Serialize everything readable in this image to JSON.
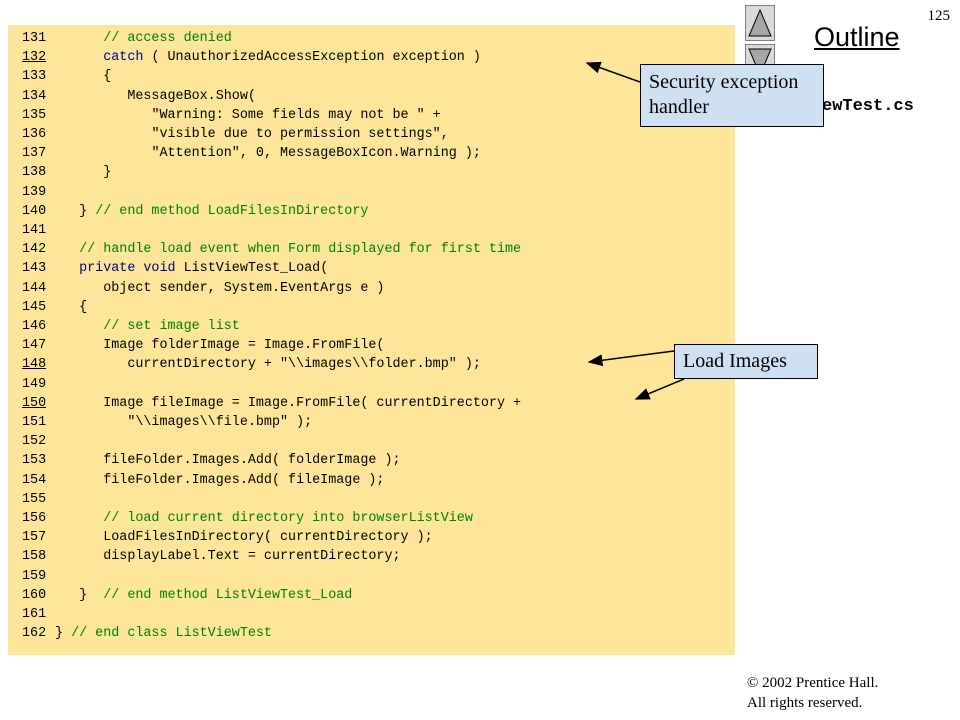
{
  "page_number": "125",
  "outline_title": "Outline",
  "file_name_fragment": "ewTest.cs",
  "callouts": {
    "security": [
      "Security exception",
      "handler"
    ],
    "load_images": "Load Images"
  },
  "copyright": [
    "© 2002 Prentice Hall.",
    "All rights reserved."
  ],
  "colors": {
    "panel": "#fde59a",
    "comment": "#008000",
    "keyword": "#000080",
    "callout": "#cfe0f3"
  },
  "code_lines": [
    {
      "n": "131",
      "u": false,
      "segs": [
        {
          "t": "      "
        },
        {
          "t": "// access denied",
          "c": "cm"
        }
      ]
    },
    {
      "n": "132",
      "u": true,
      "segs": [
        {
          "t": "      "
        },
        {
          "t": "catch",
          "c": "kw"
        },
        {
          "t": " ( UnauthorizedAccessException exception )"
        }
      ]
    },
    {
      "n": "133",
      "u": false,
      "segs": [
        {
          "t": "      {"
        }
      ]
    },
    {
      "n": "134",
      "u": false,
      "segs": [
        {
          "t": "         MessageBox.Show("
        }
      ]
    },
    {
      "n": "135",
      "u": false,
      "segs": [
        {
          "t": "            "
        },
        {
          "t": "\"Warning: Some fields may not be \" +",
          "c": "st"
        }
      ]
    },
    {
      "n": "136",
      "u": false,
      "segs": [
        {
          "t": "            "
        },
        {
          "t": "\"visible due to permission settings\",",
          "c": "st"
        }
      ]
    },
    {
      "n": "137",
      "u": false,
      "segs": [
        {
          "t": "            "
        },
        {
          "t": "\"Attention\"",
          "c": "st"
        },
        {
          "t": ", 0, MessageBoxIcon.Warning );"
        }
      ]
    },
    {
      "n": "138",
      "u": false,
      "segs": [
        {
          "t": "      }"
        }
      ]
    },
    {
      "n": "139",
      "u": false,
      "segs": []
    },
    {
      "n": "140",
      "u": false,
      "segs": [
        {
          "t": "   } "
        },
        {
          "t": "// end method LoadFilesInDirectory",
          "c": "cm"
        }
      ]
    },
    {
      "n": "141",
      "u": false,
      "segs": []
    },
    {
      "n": "142",
      "u": false,
      "segs": [
        {
          "t": "   "
        },
        {
          "t": "// handle load event when Form displayed for first time",
          "c": "cm"
        }
      ]
    },
    {
      "n": "143",
      "u": false,
      "segs": [
        {
          "t": "   "
        },
        {
          "t": "private void",
          "c": "kw"
        },
        {
          "t": " ListViewTest_Load("
        }
      ]
    },
    {
      "n": "144",
      "u": false,
      "segs": [
        {
          "t": "      object sender, System.EventArgs e )"
        }
      ]
    },
    {
      "n": "145",
      "u": false,
      "segs": [
        {
          "t": "   {"
        }
      ]
    },
    {
      "n": "146",
      "u": false,
      "segs": [
        {
          "t": "      "
        },
        {
          "t": "// set image list",
          "c": "cm"
        }
      ]
    },
    {
      "n": "147",
      "u": false,
      "segs": [
        {
          "t": "      Image folderImage = Image.FromFile("
        }
      ]
    },
    {
      "n": "148",
      "u": true,
      "segs": [
        {
          "t": "         currentDirectory + "
        },
        {
          "t": "\"\\\\images\\\\folder.bmp\"",
          "c": "st"
        },
        {
          "t": " );"
        }
      ]
    },
    {
      "n": "149",
      "u": false,
      "segs": []
    },
    {
      "n": "150",
      "u": true,
      "segs": [
        {
          "t": "      Image fileImage = Image.FromFile( currentDirectory +"
        }
      ]
    },
    {
      "n": "151",
      "u": false,
      "segs": [
        {
          "t": "         "
        },
        {
          "t": "\"\\\\images\\\\file.bmp\"",
          "c": "st"
        },
        {
          "t": " );"
        }
      ]
    },
    {
      "n": "152",
      "u": false,
      "segs": []
    },
    {
      "n": "153",
      "u": false,
      "segs": [
        {
          "t": "      fileFolder.Images.Add( folderImage );"
        }
      ]
    },
    {
      "n": "154",
      "u": false,
      "segs": [
        {
          "t": "      fileFolder.Images.Add( fileImage );"
        }
      ]
    },
    {
      "n": "155",
      "u": false,
      "segs": []
    },
    {
      "n": "156",
      "u": false,
      "segs": [
        {
          "t": "      "
        },
        {
          "t": "// load current directory into browserListView",
          "c": "cm"
        }
      ]
    },
    {
      "n": "157",
      "u": false,
      "segs": [
        {
          "t": "      LoadFilesInDirectory( currentDirectory );"
        }
      ]
    },
    {
      "n": "158",
      "u": false,
      "segs": [
        {
          "t": "      displayLabel.Text = currentDirectory;"
        }
      ]
    },
    {
      "n": "159",
      "u": false,
      "segs": []
    },
    {
      "n": "160",
      "u": false,
      "segs": [
        {
          "t": "   }  "
        },
        {
          "t": "// end method ListViewTest_Load",
          "c": "cm"
        }
      ]
    },
    {
      "n": "161",
      "u": false,
      "segs": []
    },
    {
      "n": "162",
      "u": false,
      "segs": [
        {
          "t": "} "
        },
        {
          "t": "// end class ListViewTest",
          "c": "cm"
        }
      ]
    }
  ]
}
